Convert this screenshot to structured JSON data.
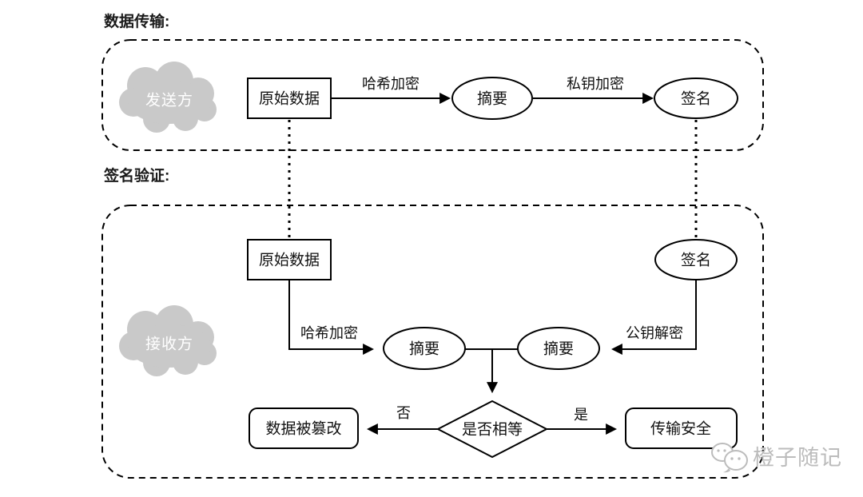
{
  "diagram": {
    "transmission": {
      "title": "数据传输:",
      "party": "发送方",
      "original_data": "原始数据",
      "digest": "摘要",
      "signature": "签名",
      "hash_label": "哈希加密",
      "private_key_label": "私钥加密"
    },
    "verification": {
      "title": "签名验证:",
      "party": "接收方",
      "original_data": "原始数据",
      "digest_from_data": "摘要",
      "digest_from_signature": "摘要",
      "signature": "签名",
      "hash_label": "哈希加密",
      "public_key_label": "公钥解密",
      "decision": "是否相等",
      "no_label": "否",
      "yes_label": "是",
      "tampered": "数据被篡改",
      "secure": "传输安全"
    },
    "colors": {
      "line": "#000000",
      "cloud": "#c9c9c9",
      "cloud_text": "#ffffff",
      "watermark": "#bcbcbc"
    }
  },
  "watermark": {
    "text": "橙子随记"
  }
}
